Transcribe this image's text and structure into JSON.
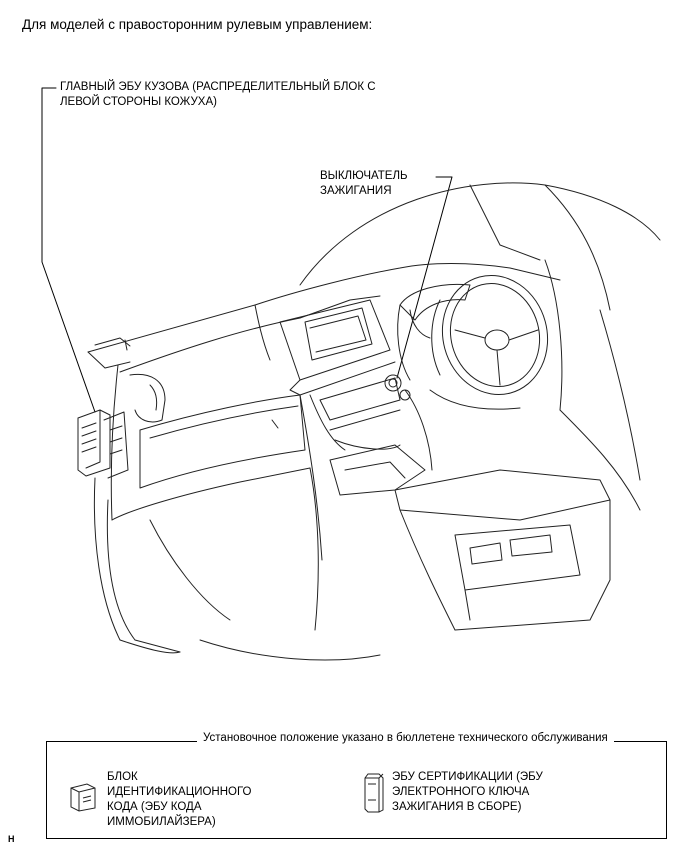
{
  "heading": "Для моделей с правосторонним рулевым управлением:",
  "callouts": {
    "main_body_ecu": "ГЛАВНЫЙ ЭБУ КУЗОВА (РАСПРЕДЕЛИТЕЛЬНЫЙ БЛОК С\nЛЕВОЙ СТОРОНЫ КОЖУХА)",
    "ignition_switch": "ВЫКЛЮЧАТЕЛЬ\nЗАЖИГАНИЯ"
  },
  "legend": {
    "title": "Установочное положение указано в\nбюллетене технического обслуживания",
    "items": [
      {
        "icon": "id-code-box-icon",
        "label": "БЛОК\nИДЕНТИФИКАЦИОННОГО\nКОДА (ЭБУ КОДА\nИММОБИЛАЙЗЕРА)"
      },
      {
        "icon": "certification-ecu-icon",
        "label": "ЭБУ СЕРТИФИКАЦИИ (ЭБУ\nЭЛЕКТРОННОГО КЛЮЧА\nЗАЖИГАНИЯ В СБОРЕ)"
      }
    ]
  },
  "figure_code": "H"
}
